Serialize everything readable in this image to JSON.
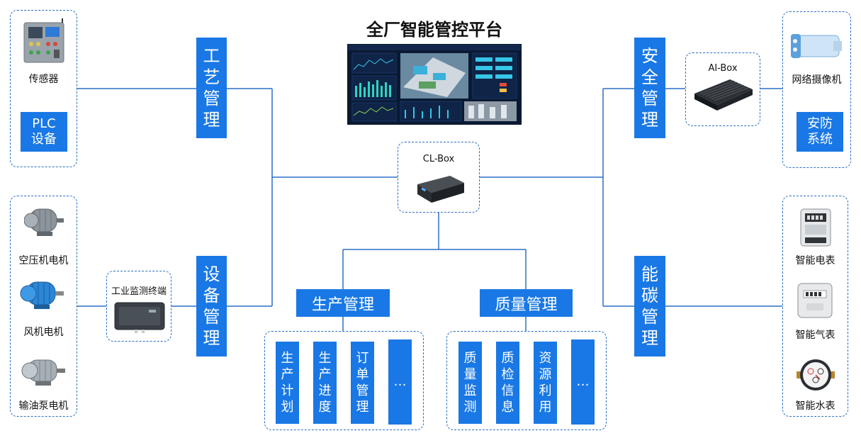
{
  "title": "全厂智能管控平台",
  "center_box": "CL-Box",
  "ai_box": "AI-Box",
  "terminal": "工业监测终端",
  "bars": {
    "process": "工艺管理",
    "equipment": "设备管理",
    "security": "安全管理",
    "energy": "能碳管理"
  },
  "left_top": {
    "sensor": "传感器",
    "plc": [
      "PLC",
      "设备"
    ]
  },
  "left_bottom": [
    "空压机电机",
    "风机电机",
    "输油泵电机"
  ],
  "right_top": {
    "camera": "网络摄像机",
    "security_sys": [
      "安防",
      "系统"
    ]
  },
  "right_bottom": [
    "智能电表",
    "智能气表",
    "智能水表"
  ],
  "production": {
    "title": "生产管理",
    "items": [
      "生产计划",
      "生产进度",
      "订单管理",
      "…"
    ]
  },
  "quality": {
    "title": "质量管理",
    "items": [
      "质量监测",
      "质检信息",
      "资源利用",
      "…"
    ]
  },
  "colors": {
    "accent": "#1978e5",
    "line": "#2a6fc6"
  }
}
